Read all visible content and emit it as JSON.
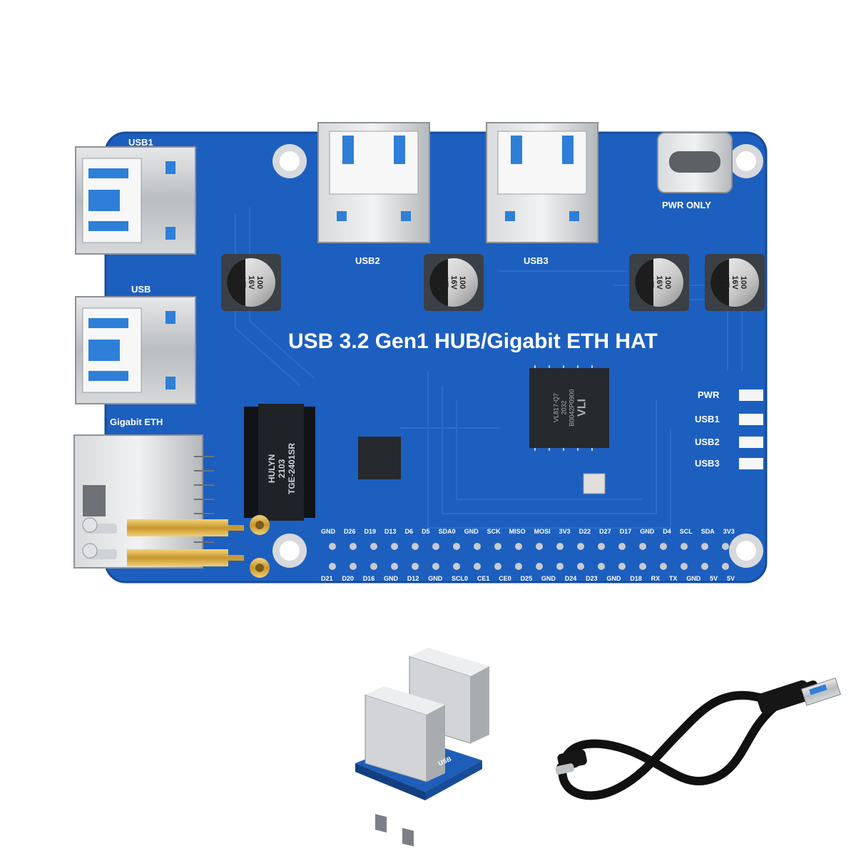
{
  "board": {
    "title": "USB 3.2 Gen1 HUB/Gigabit ETH HAT",
    "port_labels": {
      "usb1": "USB1",
      "usb": "USB",
      "eth": "Gigabit ETH",
      "usb2": "USB2",
      "usb3": "USB3",
      "pwr_only": "PWR ONLY"
    },
    "capacitor_text": [
      "100",
      "16V",
      "VT"
    ],
    "led_labels": [
      "PWR",
      "USB1",
      "USB2",
      "USB3"
    ],
    "magnetics_text": [
      "HULYN",
      "2103",
      "TGE-2401SR"
    ],
    "chip_text": [
      "VL817-Q7",
      "2032",
      "B0042P0900",
      "VLI"
    ],
    "gpio_top": [
      "GND",
      "D26",
      "D19",
      "D13",
      "D6",
      "D5",
      "SDA0",
      "GND",
      "SCK",
      "MISO",
      "MOSI",
      "3V3",
      "D22",
      "D27",
      "D17",
      "GND",
      "D4",
      "SCL",
      "SDA",
      "3V3"
    ],
    "gpio_bottom": [
      "D21",
      "D20",
      "D16",
      "GND",
      "D12",
      "GND",
      "SCL0",
      "CE1",
      "CE0",
      "D25",
      "GND",
      "D24",
      "D23",
      "GND",
      "D18",
      "RX",
      "TX",
      "GND",
      "5V",
      "5V"
    ]
  },
  "colors": {
    "pcb": "#1f63c4",
    "pcb_dark": "#174f9e",
    "silk": "#ffffff",
    "metal": "#c9cbcd",
    "usb_blue": "#2e7fd8",
    "brass": "#d3a640",
    "cable": "#111111"
  },
  "accessories": {
    "adapter_label": "USB"
  }
}
